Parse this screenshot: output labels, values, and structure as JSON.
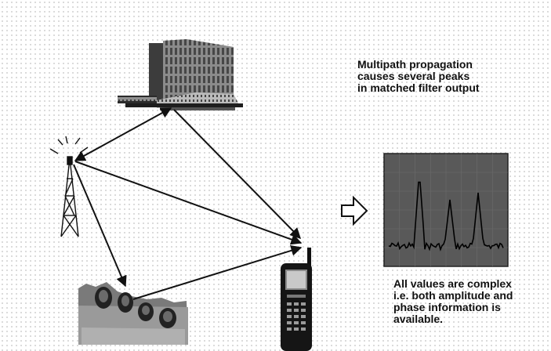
{
  "captions": {
    "top": [
      "Multipath propagation",
      "causes several peaks",
      "in matched filter output"
    ],
    "bottom": [
      "All values are complex",
      "i.e. both amplitude and",
      "phase information is",
      "available."
    ]
  },
  "scene": {
    "transmitter_icon": "radio-tower-icon",
    "reflector_icons": [
      "office-building-icon",
      "mountain-monument-icon"
    ],
    "receiver_icon": "mobile-phone-icon",
    "result_arrow_icon": "hollow-arrow-right-icon",
    "output_display": "oscilloscope-screen",
    "peak_count": 3,
    "screen_color": "#595959",
    "trace_color": "#000000"
  }
}
